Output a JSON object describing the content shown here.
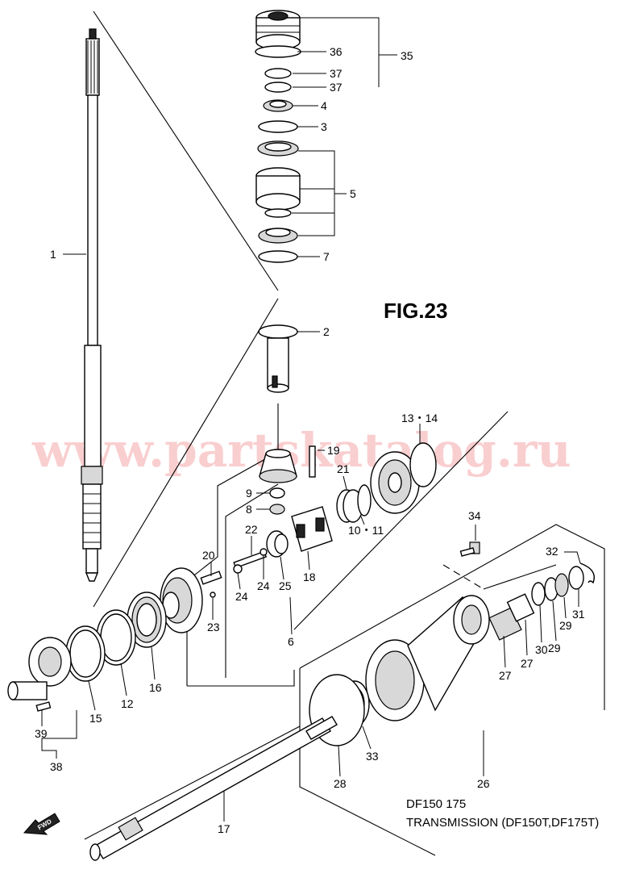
{
  "figure": {
    "title": "FIG.23",
    "watermark": "www.partskatalog.ru",
    "model": "DF150 175",
    "caption": "TRANSMISSION (DF150T,DF175T)",
    "fwd_label": "FWD"
  },
  "callouts": {
    "c1": "1",
    "c2": "2",
    "c3": "3",
    "c4": "4",
    "c5": "5",
    "c6": "6",
    "c7": "7",
    "c8": "8",
    "c9": "9",
    "c10_11": "10・11",
    "c12": "12",
    "c13_14": "13・14",
    "c15": "15",
    "c16": "16",
    "c17": "17",
    "c18": "18",
    "c19": "19",
    "c20": "20",
    "c21": "21",
    "c22": "22",
    "c23": "23",
    "c24a": "24",
    "c24b": "24",
    "c25": "25",
    "c26": "26",
    "c27a": "27",
    "c27b": "27",
    "c28": "28",
    "c29a": "29",
    "c29b": "29",
    "c30": "30",
    "c31": "31",
    "c32": "32",
    "c33": "33",
    "c34": "34",
    "c35": "35",
    "c36": "36",
    "c37a": "37",
    "c37b": "37",
    "c38": "38",
    "c39": "39"
  },
  "colors": {
    "line": "#000000",
    "background": "#ffffff",
    "watermark": "#e8262a"
  },
  "icons": {
    "fwd_arrow": "fwd-arrow-icon"
  }
}
